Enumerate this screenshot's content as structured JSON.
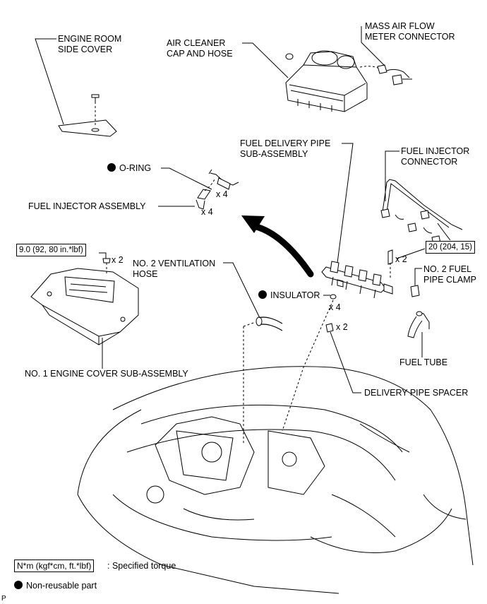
{
  "labels": {
    "engine_room_side_cover": "ENGINE ROOM\nSIDE COVER",
    "air_cleaner_cap_and_hose": "AIR CLEANER\nCAP AND HOSE",
    "mass_air_flow_meter_connector": "MASS AIR FLOW\nMETER CONNECTOR",
    "fuel_delivery_pipe_sub_assembly": "FUEL DELIVERY PIPE\nSUB-ASSEMBLY",
    "fuel_injector_connector": "FUEL INJECTOR\nCONNECTOR",
    "o_ring": "O-RING",
    "fuel_injector_assembly": "FUEL INJECTOR ASSEMBLY",
    "no2_ventilation_hose": "NO. 2 VENTILATION\nHOSE",
    "no2_fuel_pipe_clamp": "NO. 2 FUEL\nPIPE CLAMP",
    "insulator": "INSULATOR",
    "fuel_tube": "FUEL TUBE",
    "delivery_pipe_spacer": "DELIVERY PIPE SPACER",
    "no1_engine_cover_sub_assembly": "NO. 1 ENGINE COVER SUB-ASSEMBLY"
  },
  "torques": {
    "engine_cover": "9.0 (92, 80 in.*lbf)",
    "delivery_pipe_bolt": "20 (204, 15)"
  },
  "quantities": {
    "o_ring": "x 4",
    "fuel_injector": "x 4",
    "engine_cover_nut": "x 2",
    "delivery_pipe_bolt": "x 2",
    "insulator": "x 4",
    "delivery_pipe_spacer": "x 2"
  },
  "legend": {
    "torque_box": "N*m (kgf*cm, ft.*lbf)",
    "torque_text": ": Specified torque",
    "non_reusable": "Non-reusable part"
  },
  "corner_code": "P"
}
